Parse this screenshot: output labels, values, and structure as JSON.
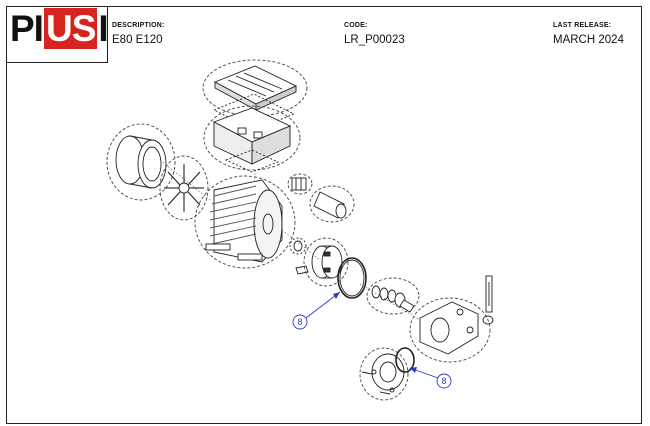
{
  "header": {
    "logo_prefix": "PI",
    "logo_highlight": "US",
    "logo_suffix": "I",
    "description_label": "DESCRIPTION:",
    "description_value": "E80 E120",
    "code_label": "CODE:",
    "code_value": "LR_P00023",
    "release_label": "LAST RELEASE:",
    "release_value": "MARCH 2024"
  },
  "callouts": [
    {
      "label": "8"
    },
    {
      "label": "8"
    }
  ],
  "colors": {
    "brand_red": "#d8241f",
    "callout_blue": "#2b3dbf"
  }
}
